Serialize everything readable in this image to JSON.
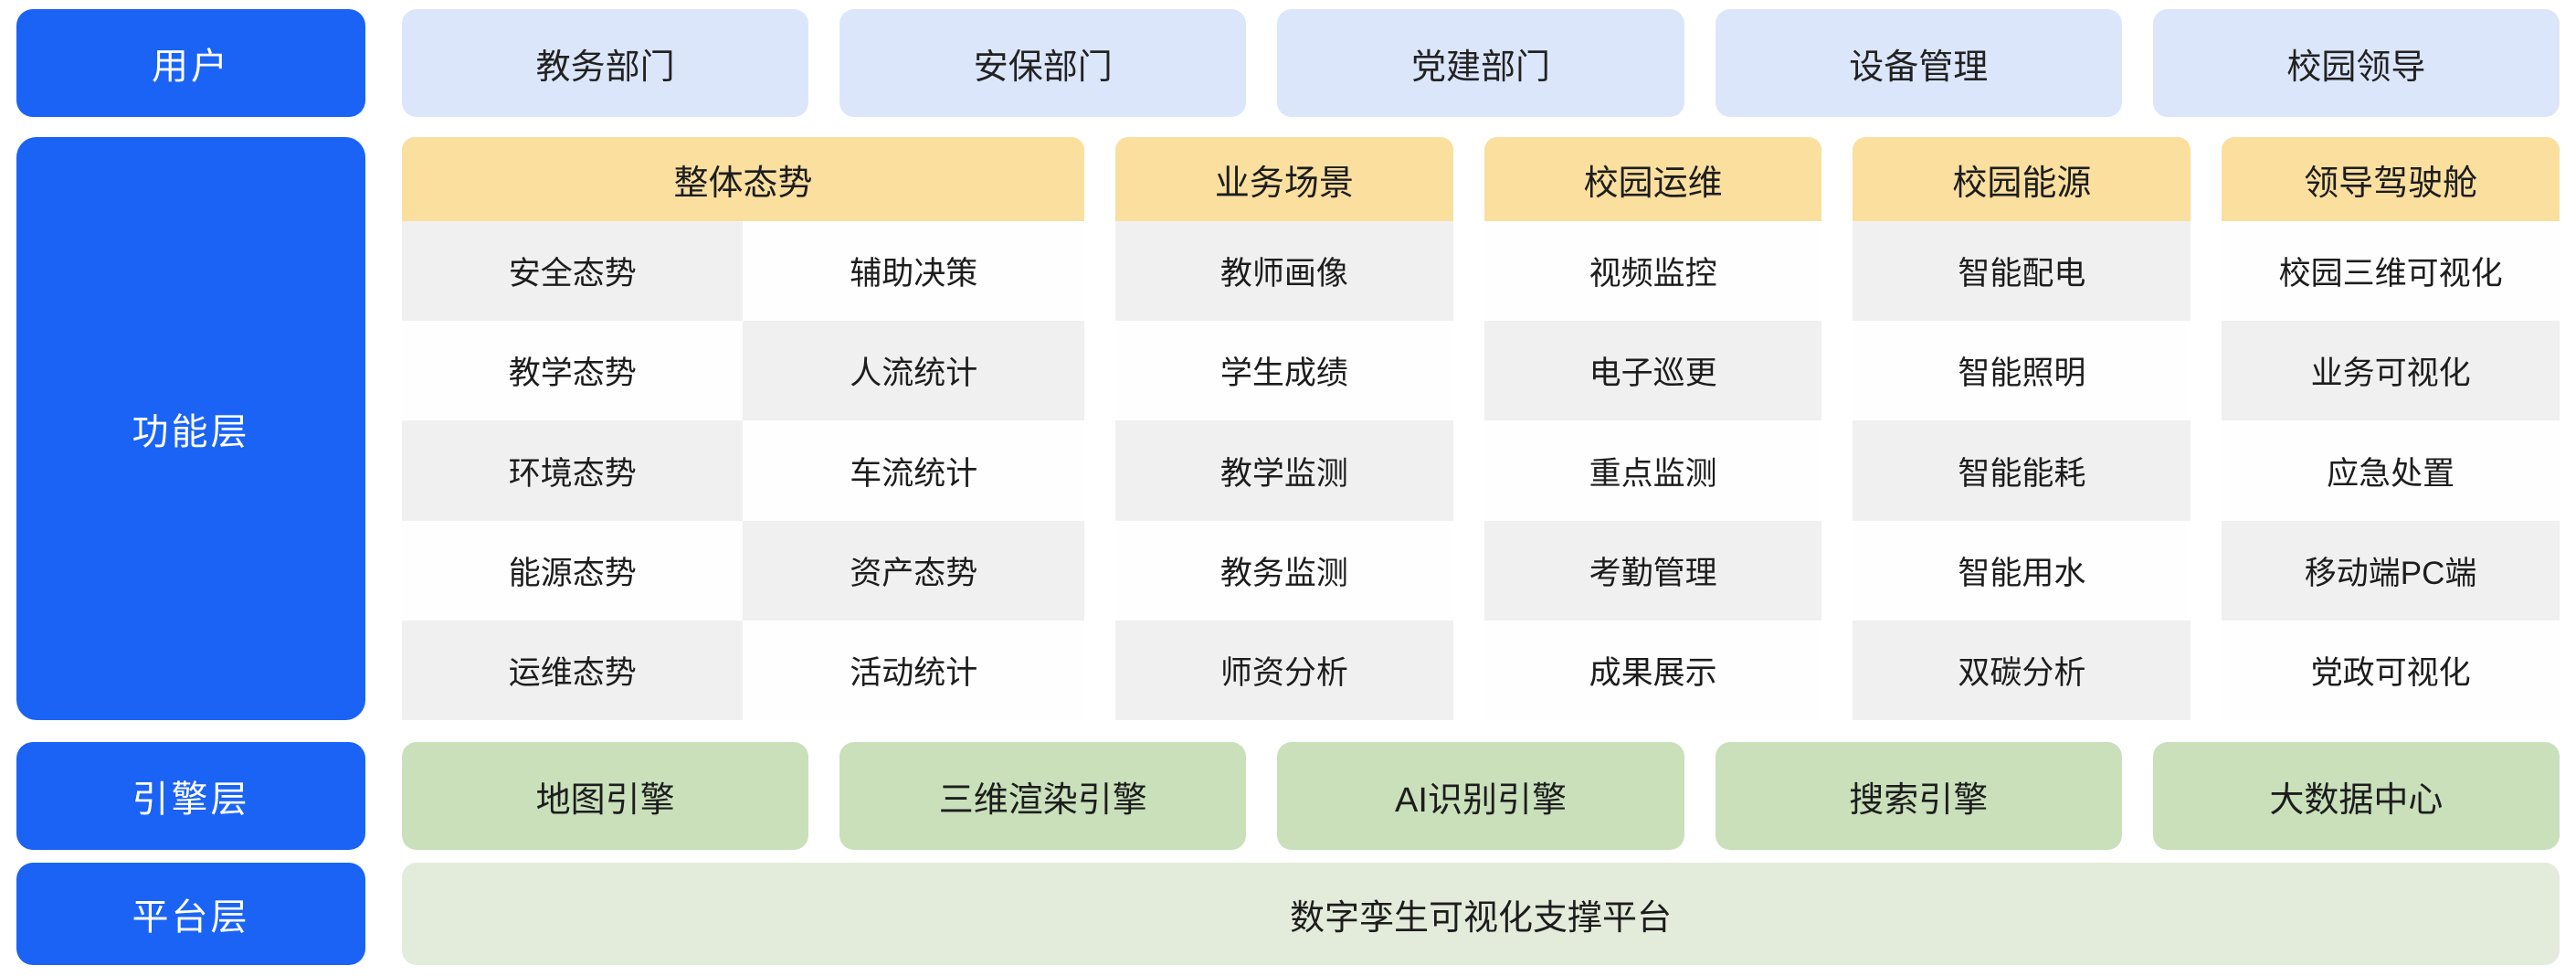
{
  "layers": {
    "user": "用户",
    "function": "功能层",
    "engine": "引擎层",
    "platform": "平台层"
  },
  "user_row": {
    "items": [
      {
        "label": "教务部门"
      },
      {
        "label": "安保部门"
      },
      {
        "label": "党建部门"
      },
      {
        "label": "设备管理"
      },
      {
        "label": "校园领导"
      }
    ]
  },
  "function_row": {
    "columns": [
      {
        "header": "整体态势",
        "wide": true,
        "subcolumns": [
          {
            "cells": [
              "安全态势",
              "教学态势",
              "环境态势",
              "能源态势",
              "运维态势"
            ],
            "start_shaded": true
          },
          {
            "cells": [
              "辅助决策",
              "人流统计",
              "车流统计",
              "资产态势",
              "活动统计"
            ],
            "start_shaded": false
          }
        ]
      },
      {
        "header": "业务场景",
        "wide": false,
        "subcolumns": [
          {
            "cells": [
              "教师画像",
              "学生成绩",
              "教学监测",
              "教务监测",
              "师资分析"
            ],
            "start_shaded": true
          }
        ]
      },
      {
        "header": "校园运维",
        "wide": false,
        "subcolumns": [
          {
            "cells": [
              "视频监控",
              "电子巡更",
              "重点监测",
              "考勤管理",
              "成果展示"
            ],
            "start_shaded": false
          }
        ]
      },
      {
        "header": "校园能源",
        "wide": false,
        "subcolumns": [
          {
            "cells": [
              "智能配电",
              "智能照明",
              "智能能耗",
              "智能用水",
              "双碳分析"
            ],
            "start_shaded": true
          }
        ]
      },
      {
        "header": "领导驾驶舱",
        "wide": false,
        "subcolumns": [
          {
            "cells": [
              "校园三维可视化",
              "业务可视化",
              "应急处置",
              "移动端PC端",
              "党政可视化"
            ],
            "start_shaded": false
          }
        ]
      }
    ]
  },
  "engine_row": {
    "items": [
      {
        "label": "地图引擎"
      },
      {
        "label": "三维渲染引擎"
      },
      {
        "label": "AI识别引擎"
      },
      {
        "label": "搜索引擎"
      },
      {
        "label": "大数据中心"
      }
    ]
  },
  "platform_row": {
    "label": "数字孪生可视化支撑平台"
  },
  "colors": {
    "primary_blue": "#1a63f5",
    "user_card": "#dce6fb",
    "column_header": "#fadf9f",
    "cell_shaded": "#f0f0f0",
    "cell_plain": "#fefefe",
    "engine_card": "#c9e0bb",
    "platform_card": "#e3ecdb"
  }
}
